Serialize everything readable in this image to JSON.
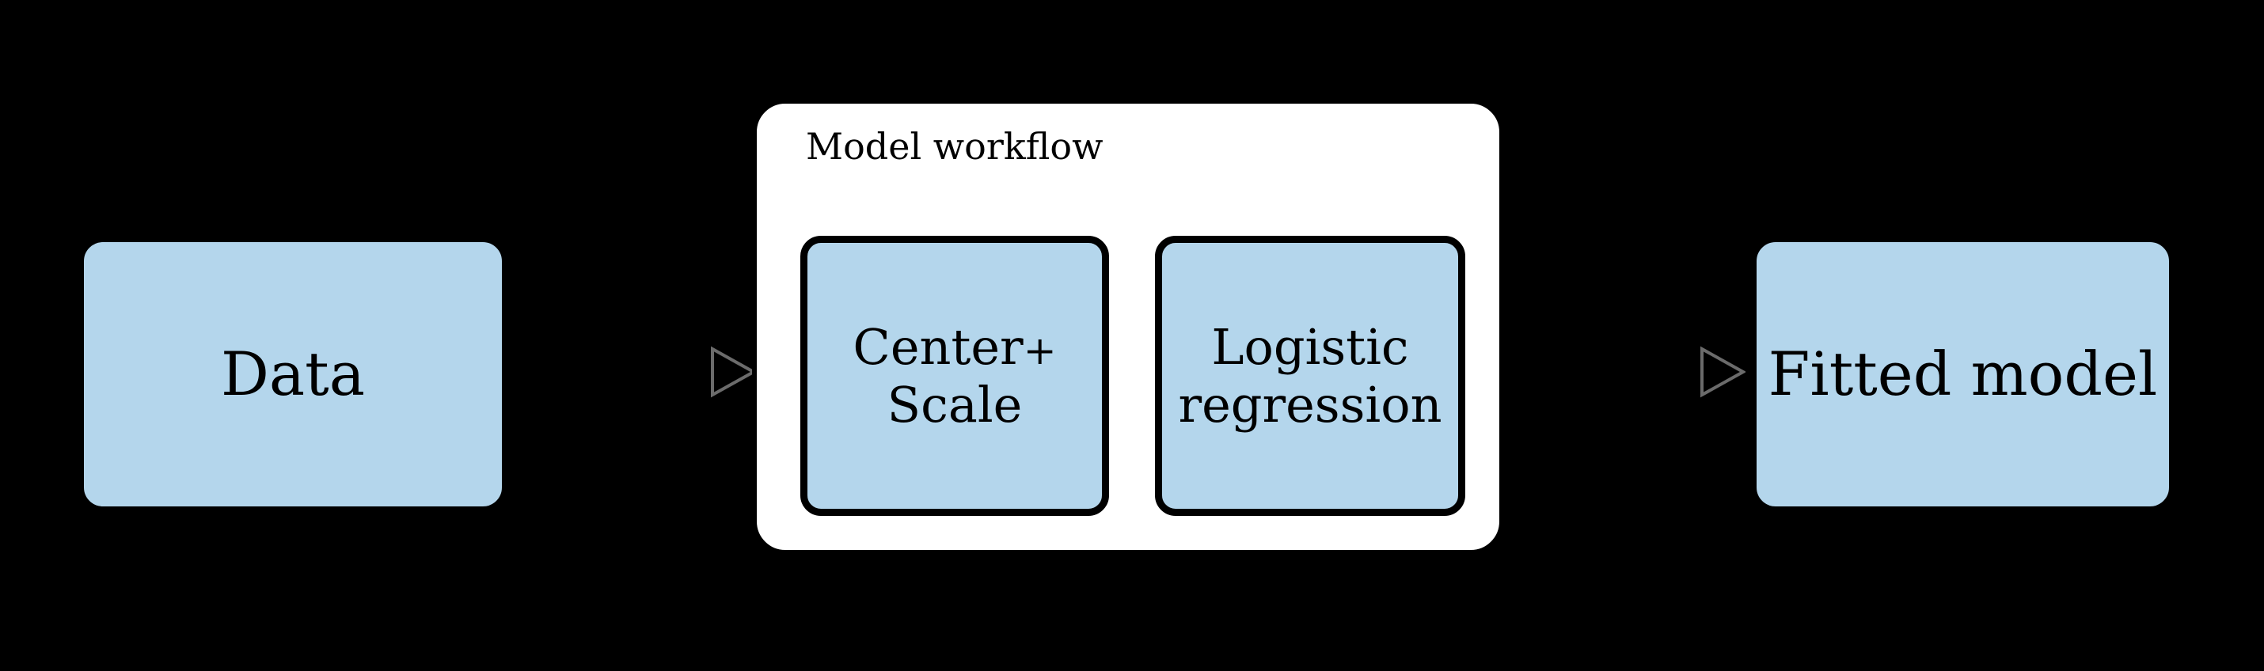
{
  "diagram": {
    "background_color": "#000000",
    "node_fill_color": "#b4d6ec",
    "node_border_color": "#000000",
    "container_fill_color": "#ffffff",
    "arrow_color": "#6b6b6b",
    "nodes": {
      "data": {
        "label": "Data"
      },
      "fitted_model": {
        "label": "Fitted model"
      }
    },
    "workflow_container": {
      "title": "Model workflow",
      "steps": [
        {
          "line1": "Center",
          "plus": "+",
          "line2": "Scale"
        },
        {
          "line1": "Logistic",
          "line2": "regression"
        }
      ]
    },
    "arrows": [
      {
        "name": "data-to-workflow",
        "glyph": "triangle-right"
      },
      {
        "name": "workflow-to-fitted",
        "glyph": "triangle-right"
      }
    ]
  }
}
